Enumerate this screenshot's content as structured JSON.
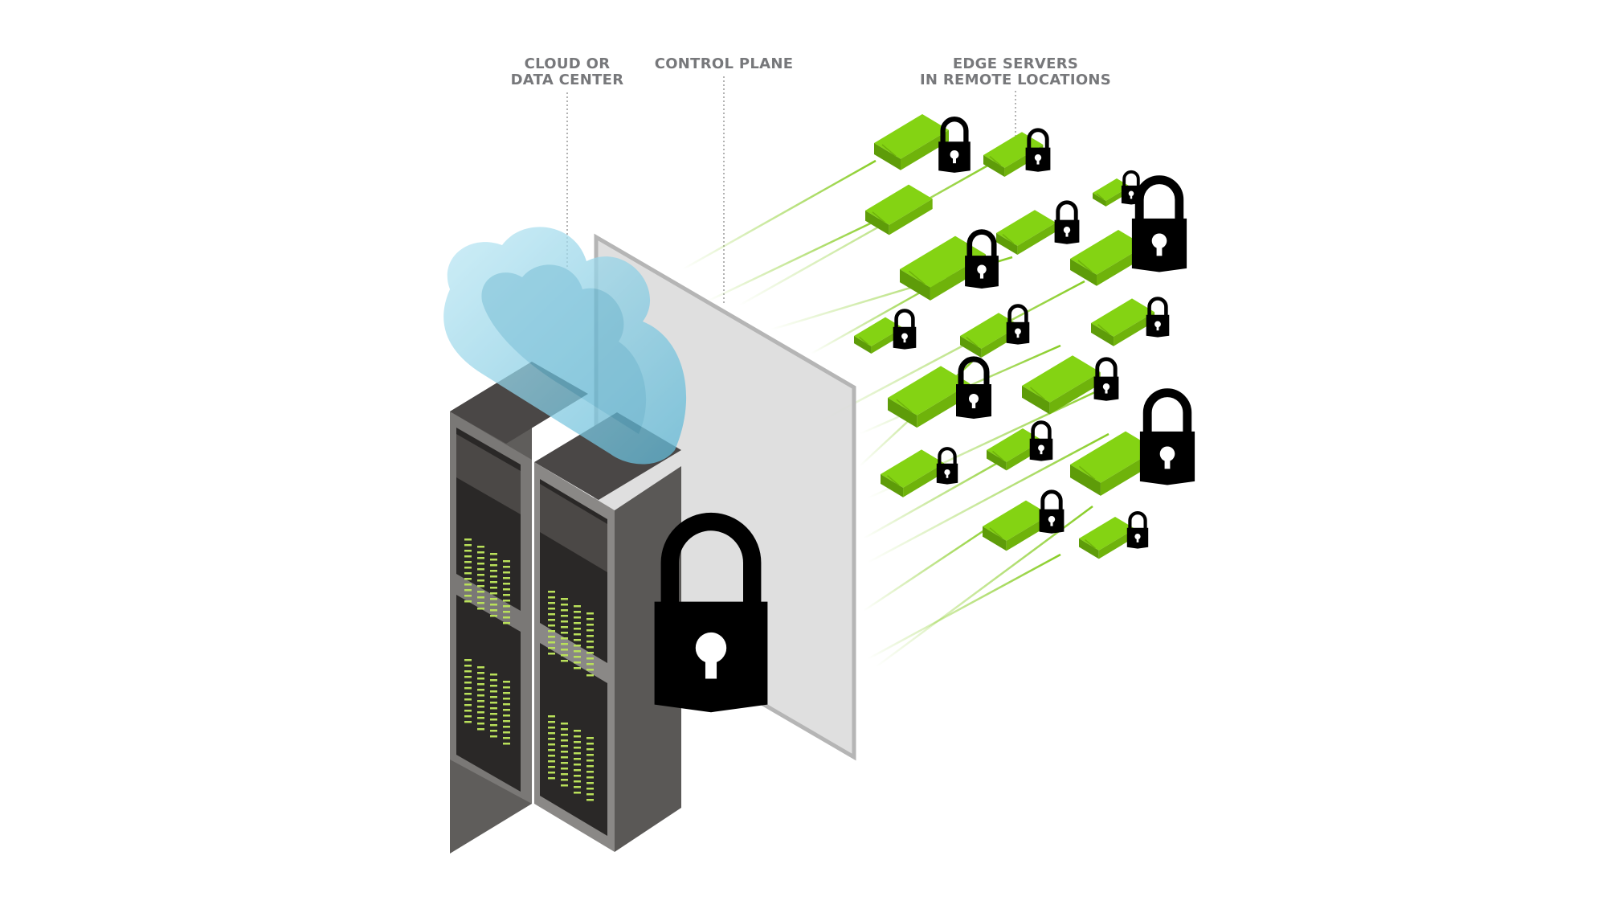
{
  "diagram": {
    "labels": {
      "cloud": {
        "line1": "CLOUD OR",
        "line2": "DATA CENTER"
      },
      "control_plane": {
        "line1": "CONTROL PLANE"
      },
      "edge": {
        "line1": "EDGE SERVERS",
        "line2": "IN REMOTE LOCATIONS"
      }
    },
    "colors": {
      "edge_green": "#7ac70c",
      "edge_green_dark": "#5e9c09",
      "lock": "#000000",
      "rack_dark": "#3d3a38",
      "rack_mid": "#6e6c6a",
      "panel": "#dcdcdc",
      "cloud": "#8fd3e8",
      "label_gray": "#77787b"
    },
    "icons": [
      "cloud-icon",
      "server-rack-icon",
      "padlock-icon",
      "edge-server-icon"
    ]
  }
}
